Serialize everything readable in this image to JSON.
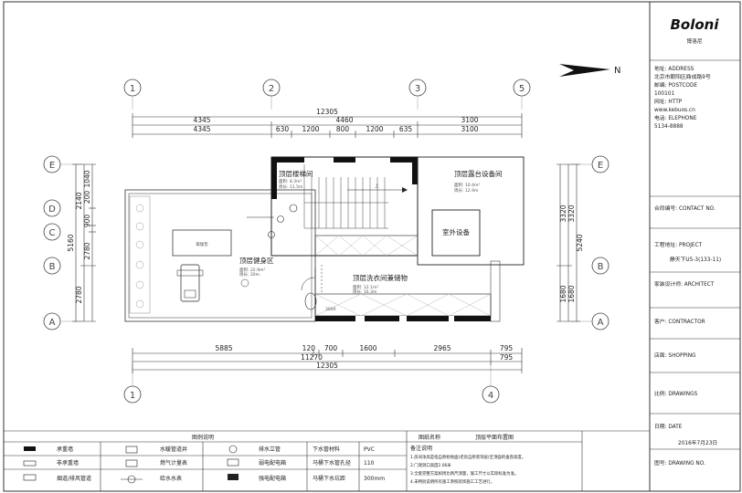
{
  "north": {
    "label": "N"
  },
  "axes": {
    "top": [
      "1",
      "2",
      "3",
      "5"
    ],
    "bottom": [
      "1",
      "4"
    ],
    "left": [
      "E",
      "D",
      "C",
      "B",
      "A"
    ],
    "right": [
      "E",
      "B",
      "A"
    ]
  },
  "dims_top": {
    "overall": "12305",
    "row2": [
      "4345",
      "4460",
      "3100"
    ],
    "row3": [
      "4345",
      "630",
      "1200",
      "800",
      "1200",
      "635",
      "3100"
    ]
  },
  "dims_bottom": {
    "row1": [
      "5885",
      "120",
      "700",
      "1600",
      "2965",
      "795"
    ],
    "row2": [
      "11270",
      "795"
    ],
    "overall": "12305"
  },
  "dims_left": {
    "overall": "5160",
    "segments": [
      "2140",
      "900",
      "200",
      "1040",
      "2780",
      "2780"
    ]
  },
  "dims_right": {
    "overall": "5240",
    "segments": [
      "3320",
      "3320",
      "1680",
      "1680"
    ]
  },
  "rooms": {
    "stair": "顶层楼梯间",
    "equipment": "顶层露台设备间",
    "outdoor_equipment": "室外设备",
    "gym": "顶层健身区",
    "laundry": "顶层洗衣间兼储物",
    "yoga_mat": "瑜伽垫",
    "inner_dim": "3000",
    "up_label": "上"
  },
  "legend": {
    "title": "图例说明",
    "items": [
      "承重墙",
      "水暖管道井",
      "排水立管",
      "下水管材料",
      "非承重墙",
      "燃气计量表",
      "弱电配电箱",
      "马桶下水管孔径",
      "烟道/排风管道",
      "给水水表",
      "强电配电箱",
      "马桶下水坑距"
    ],
    "values": {
      "material": "PVC",
      "diameter": "110",
      "distance": "300mm"
    }
  },
  "drawing": {
    "name_label": "图纸名称",
    "name": "顶层平面布置图",
    "notes_title": "备注说明",
    "notes": [
      "1.房间净高是指自原始地面(老房自原装饰层)至顶面的垂直高度。",
      "2.门洞洞口高度2.06米",
      "3.全套完整方案如用比例尺测量，施工尺寸以实际标准为准。",
      "4.未特别说明所有施工参照装饰施工工艺进行。"
    ]
  },
  "title_block": {
    "brand": "Boloni",
    "brand_cn": "博洛尼",
    "address": [
      "地址: ADDRESS",
      "北京市朝阳区鼎成路9号"
    ],
    "postcode": [
      "邮编: POSTCODE",
      "100101"
    ],
    "website": [
      "网址: HTTP",
      "www.kebuos.cn"
    ],
    "phone": [
      "电话: ELEPHONE",
      "5134-8888"
    ],
    "contact": "合同编号: CONTACT NO.",
    "project": [
      "工程地址: PROJECT",
      "静天下U5-3(133-11)"
    ],
    "architect": "家装设计师: ARCHITECT",
    "contractor": "客户: CONTRACTOR",
    "shopping": "店面: SHOPPING",
    "scale": "比例: DRAWINGS",
    "date": [
      "日期: DATE",
      "2016年7月23日"
    ],
    "drawing_no": "图号: DRAWING NO."
  }
}
